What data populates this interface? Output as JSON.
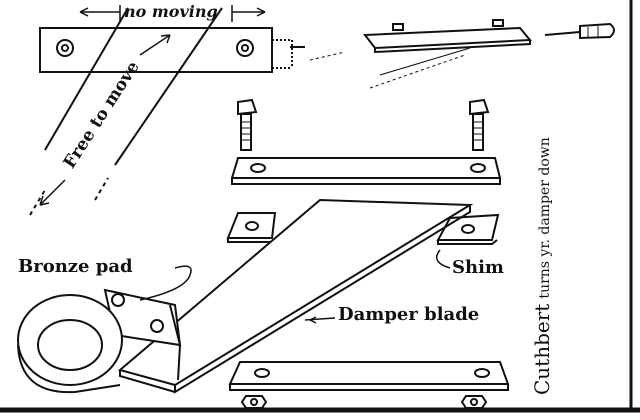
{
  "labels": {
    "no_moving": "no moving",
    "free_to_move": "Free to move",
    "bronze_pad": "Bronze pad",
    "shim": "Shim",
    "damper_blade": "Damper blade",
    "cuthbert": "Cuthbert",
    "cuthbert_caption": "turns yr. damper down"
  },
  "colors": {
    "ink": "#111111",
    "paper": "#ffffff"
  }
}
